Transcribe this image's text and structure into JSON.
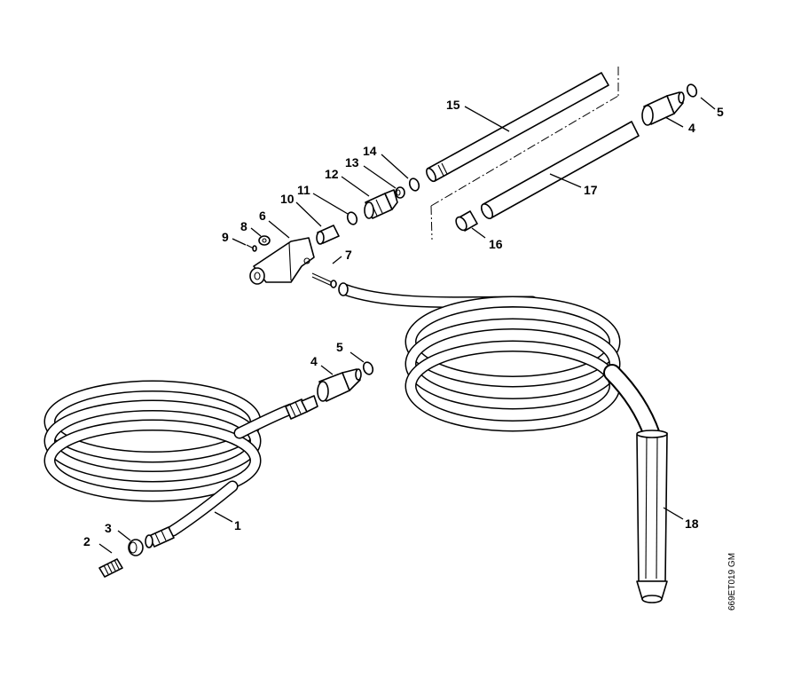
{
  "drawing_code": "669ET019 GM",
  "callouts": [
    {
      "id": "1",
      "text": "1"
    },
    {
      "id": "2",
      "text": "2"
    },
    {
      "id": "3",
      "text": "3"
    },
    {
      "id": "4a",
      "text": "4"
    },
    {
      "id": "5a",
      "text": "5"
    },
    {
      "id": "4b",
      "text": "4"
    },
    {
      "id": "5b",
      "text": "5"
    },
    {
      "id": "6",
      "text": "6"
    },
    {
      "id": "7",
      "text": "7"
    },
    {
      "id": "8",
      "text": "8"
    },
    {
      "id": "9",
      "text": "9"
    },
    {
      "id": "10",
      "text": "10"
    },
    {
      "id": "11",
      "text": "11"
    },
    {
      "id": "12",
      "text": "12"
    },
    {
      "id": "13",
      "text": "13"
    },
    {
      "id": "14",
      "text": "14"
    },
    {
      "id": "15",
      "text": "15"
    },
    {
      "id": "16",
      "text": "16"
    },
    {
      "id": "17",
      "text": "17"
    },
    {
      "id": "18",
      "text": "18"
    }
  ]
}
